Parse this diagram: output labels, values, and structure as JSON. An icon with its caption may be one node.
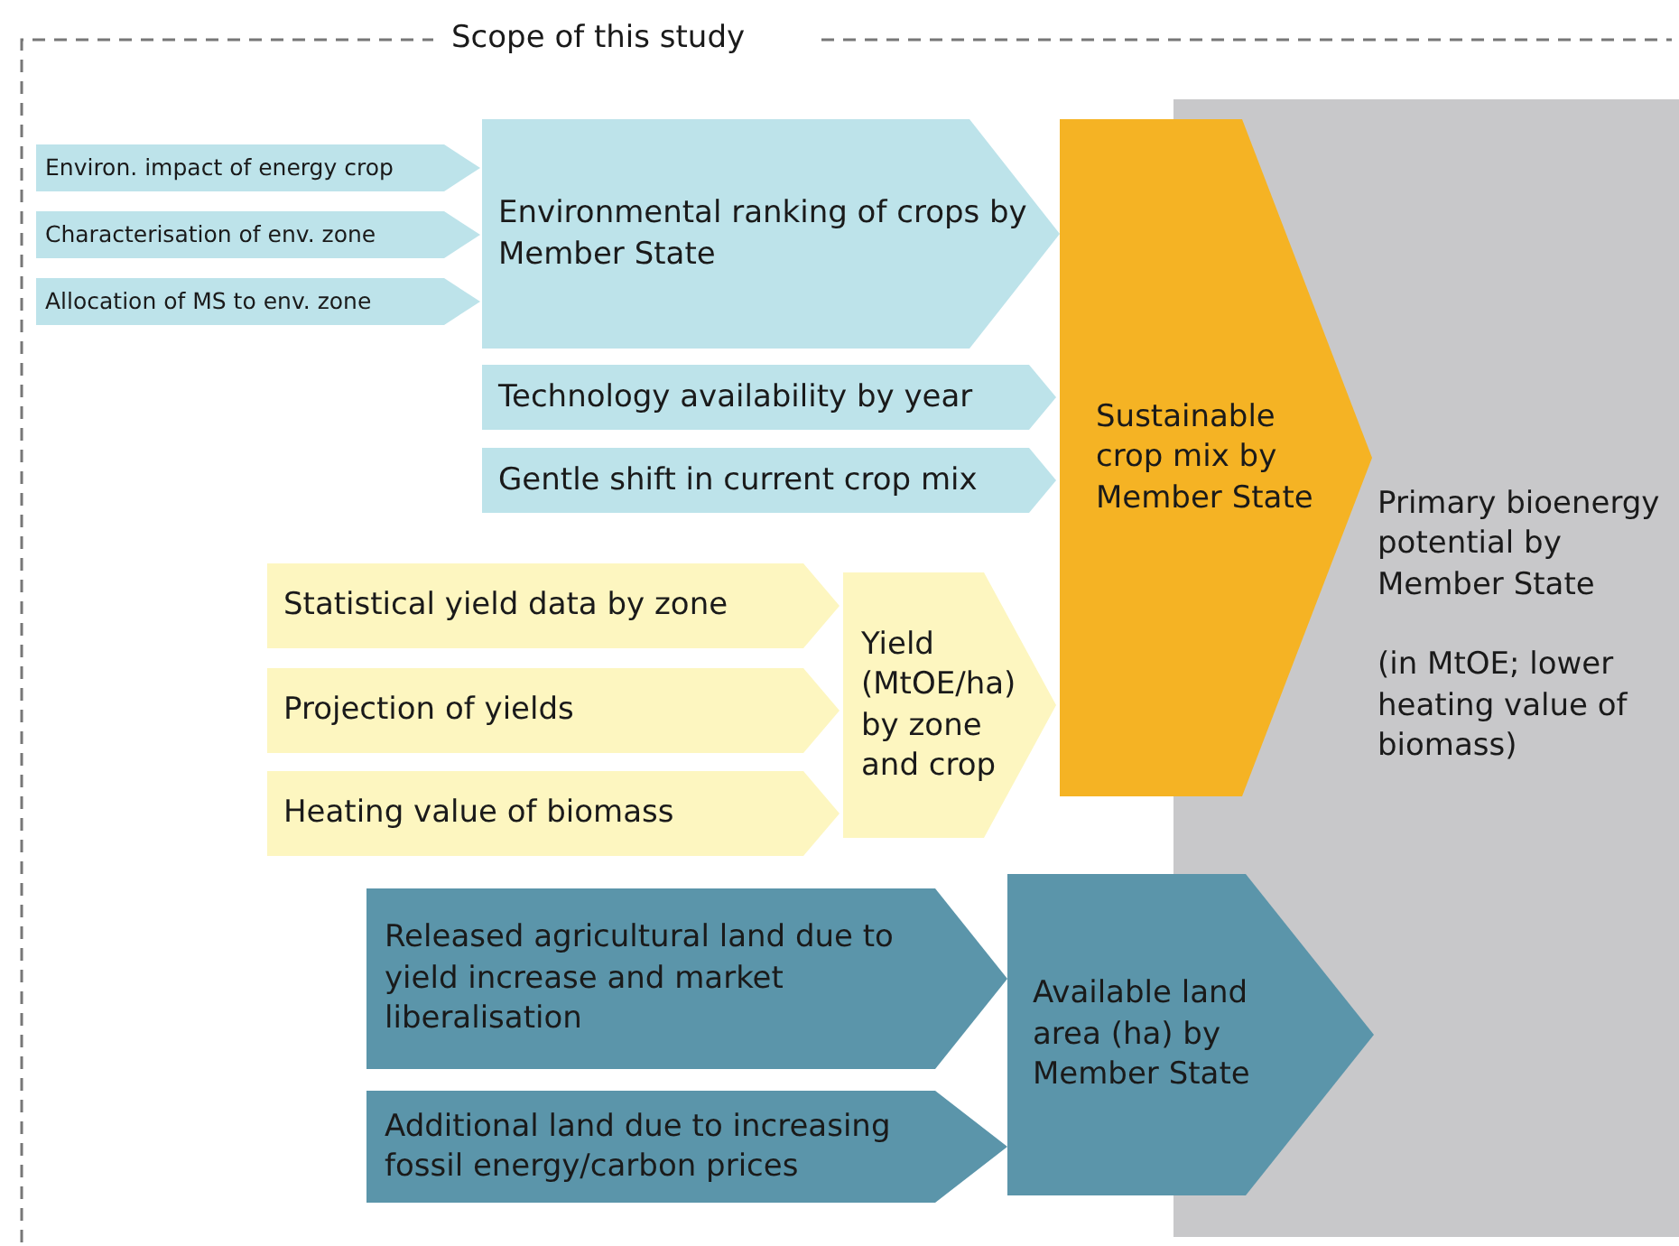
{
  "diagram": {
    "nodes": [
      {
        "text": [
          "Scope of this study"
        ]
      },
      {
        "text": [
          "Environ. impact of energy crop"
        ],
        "in": 0
      },
      {
        "text": [
          "Characterisation of env. zone"
        ],
        "in": 0
      },
      {
        "text": [
          "Allocation of MS to env. zone"
        ],
        "in": 0
      },
      {
        "text": [
          "Environmental ranking of crops by Member State"
        ],
        "in": 0
      },
      {
        "text": [
          "Technology availability by year"
        ],
        "in": 0
      },
      {
        "text": [
          "Gentle shift in current crop mix"
        ],
        "in": 0
      },
      {
        "text": [
          "Sustainable crop mix by Member State"
        ],
        "in": 0
      },
      {
        "text": [
          "Primary bioenergy potential by Member State",
          "(in MtOE; lower heating value of biomass)"
        ],
        "in": 0
      },
      {
        "text": [
          "Statistical yield data by zone"
        ],
        "in": 0
      },
      {
        "text": [
          "Projection of yields"
        ],
        "in": 0
      },
      {
        "text": [
          "Heating value of biomass"
        ],
        "in": 0
      },
      {
        "text": [
          "Yield (MtOE/ha) by zone and crop"
        ],
        "in": 0
      },
      {
        "text": [
          "Released agricultural land due to yield increase and market liberalisation"
        ],
        "in": 0
      },
      {
        "text": [
          "Additional land due to increasing fossil energy/carbon prices"
        ],
        "in": 0
      },
      {
        "text": [
          "Available land area (ha) by Member State"
        ],
        "in": 0
      }
    ]
  }
}
